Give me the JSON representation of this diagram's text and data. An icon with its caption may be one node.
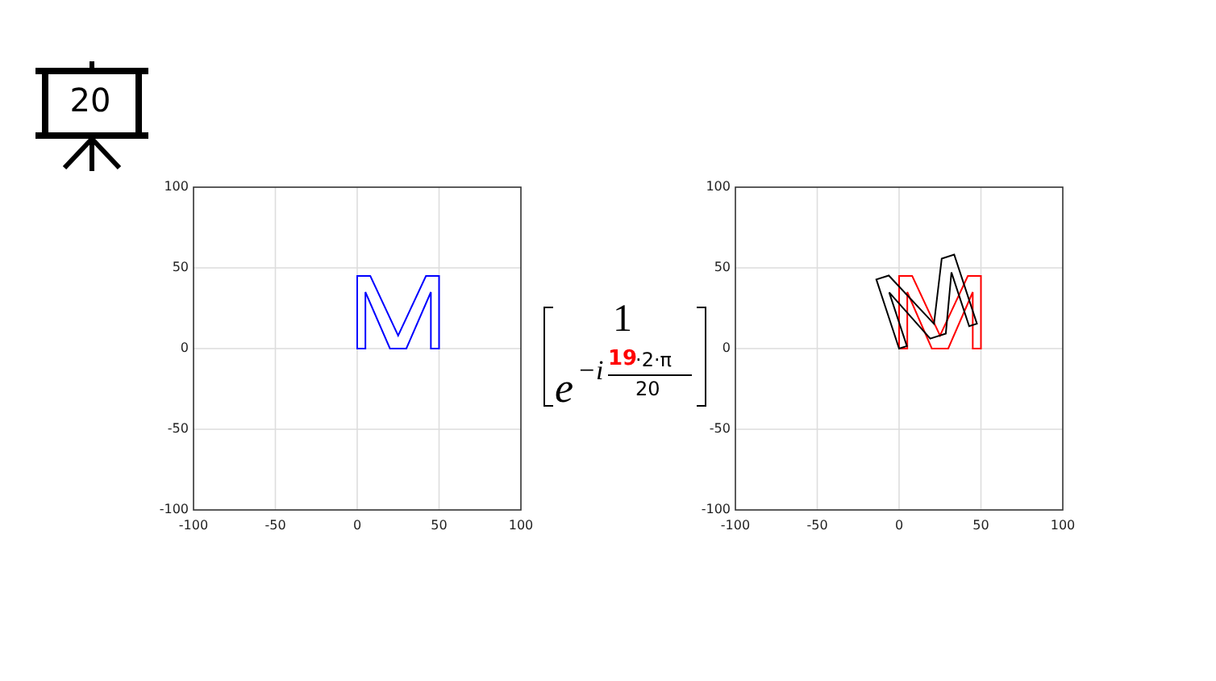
{
  "diagram": {
    "labels": [
      "20",
      "100",
      "50",
      "0",
      "-50",
      "-100",
      "-100",
      "-50",
      "0",
      "50",
      "100",
      "1",
      "e",
      "−i",
      "19",
      "·2·π",
      "20",
      "100",
      "50",
      "0",
      "-50",
      "-100",
      "-100",
      "-50",
      "0",
      "50",
      "100"
    ]
  }
}
